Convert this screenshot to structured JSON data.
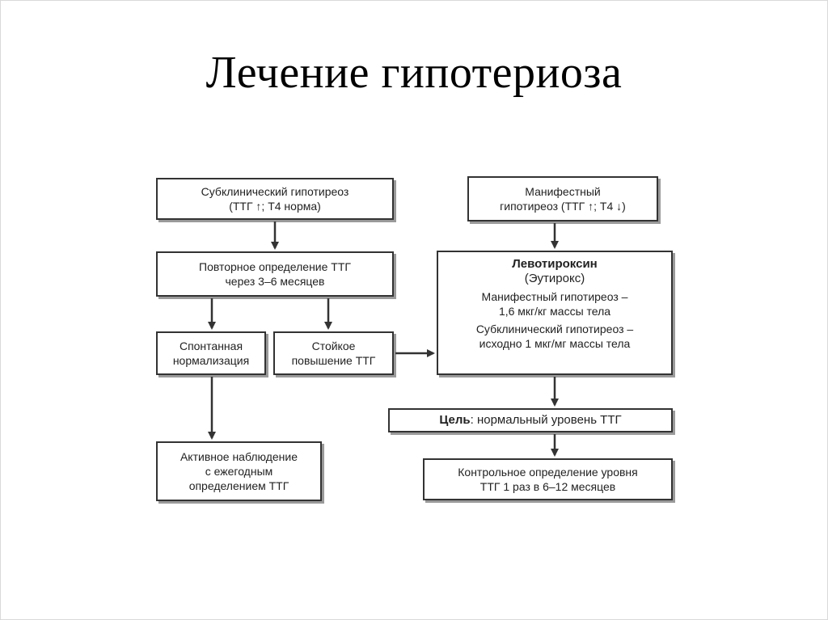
{
  "title": "Лечение гипотериоза",
  "nodes": {
    "subclinical": [
      "Субклинический гипотиреоз",
      "(ТТГ ↑; Т4 норма)"
    ],
    "repeat_tsh": [
      "Повторное определение ТТГ",
      "через 3–6 месяцев"
    ],
    "spontaneous": [
      "Спонтанная",
      "нормализация"
    ],
    "persistent": [
      "Стойкое",
      "повышение ТТГ"
    ],
    "active_observation": [
      "Активное наблюдение",
      "с ежегодным",
      "определением ТТГ"
    ],
    "manifest": [
      "Манифестный",
      "гипотиреоз (ТТГ ↑; Т4 ↓)"
    ],
    "levothyroxine": {
      "name": "Левотироксин",
      "brand": "(Эутирокс)",
      "manifest_dose": [
        "Манифестный гипотиреоз –",
        "1,6 мкг/кг массы тела"
      ],
      "subclinical_dose": [
        "Субклинический гипотиреоз –",
        "исходно 1 мкг/мг массы тела"
      ]
    },
    "goal": {
      "label": "Цель",
      "text": ": нормальный уровень ТТГ"
    },
    "control": [
      "Контрольное определение уровня",
      "ТТГ 1 раз в 6–12 месяцев"
    ]
  }
}
